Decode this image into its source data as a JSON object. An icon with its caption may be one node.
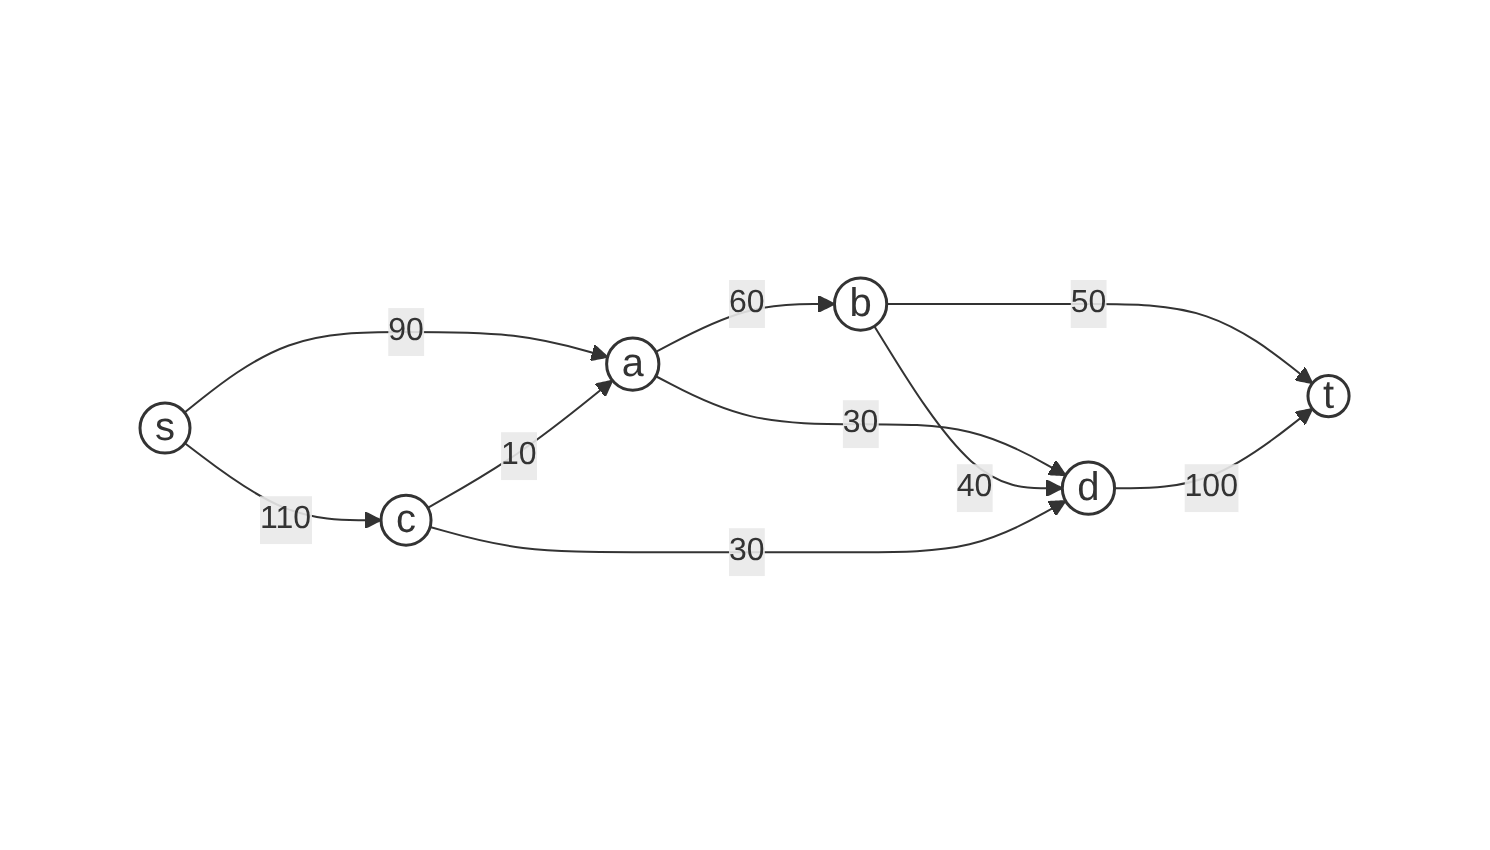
{
  "diagram": {
    "nodes": [
      {
        "text": [
          "s"
        ]
      },
      {
        "text": [
          "a"
        ]
      },
      {
        "text": [
          "b"
        ]
      },
      {
        "text": [
          "c"
        ]
      },
      {
        "text": [
          "d"
        ]
      },
      {
        "text": [
          "t"
        ]
      }
    ],
    "edges": [
      {
        "from": 0,
        "to": 1,
        "arrow": "to",
        "label": "90"
      },
      {
        "from": 0,
        "to": 3,
        "arrow": "to",
        "label": "110"
      },
      {
        "from": 1,
        "to": 2,
        "arrow": "to",
        "label": "60"
      },
      {
        "from": 1,
        "to": 4,
        "arrow": "to",
        "label": "30"
      },
      {
        "from": 3,
        "to": 1,
        "arrow": "to",
        "label": "10"
      },
      {
        "from": 2,
        "to": 4,
        "arrow": "to",
        "label": "40"
      },
      {
        "from": 2,
        "to": 5,
        "arrow": "to",
        "label": "50"
      },
      {
        "from": 3,
        "to": 4,
        "arrow": "to",
        "label": "30"
      },
      {
        "from": 4,
        "to": 5,
        "arrow": "to",
        "label": "100"
      }
    ]
  }
}
